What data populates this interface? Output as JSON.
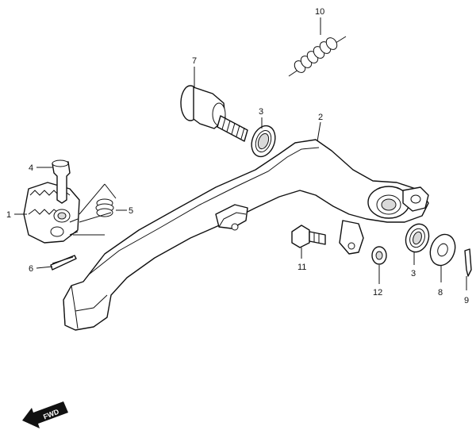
{
  "diagram": {
    "callouts": [
      {
        "id": "c1",
        "label": "1"
      },
      {
        "id": "c2",
        "label": "2"
      },
      {
        "id": "c3a",
        "label": "3"
      },
      {
        "id": "c3b",
        "label": "3"
      },
      {
        "id": "c4",
        "label": "4"
      },
      {
        "id": "c5",
        "label": "5"
      },
      {
        "id": "c6",
        "label": "6"
      },
      {
        "id": "c7",
        "label": "7"
      },
      {
        "id": "c8",
        "label": "8"
      },
      {
        "id": "c9",
        "label": "9"
      },
      {
        "id": "c10",
        "label": "10"
      },
      {
        "id": "c11",
        "label": "11"
      },
      {
        "id": "c12",
        "label": "12"
      }
    ],
    "fwd_label": "FWD"
  }
}
